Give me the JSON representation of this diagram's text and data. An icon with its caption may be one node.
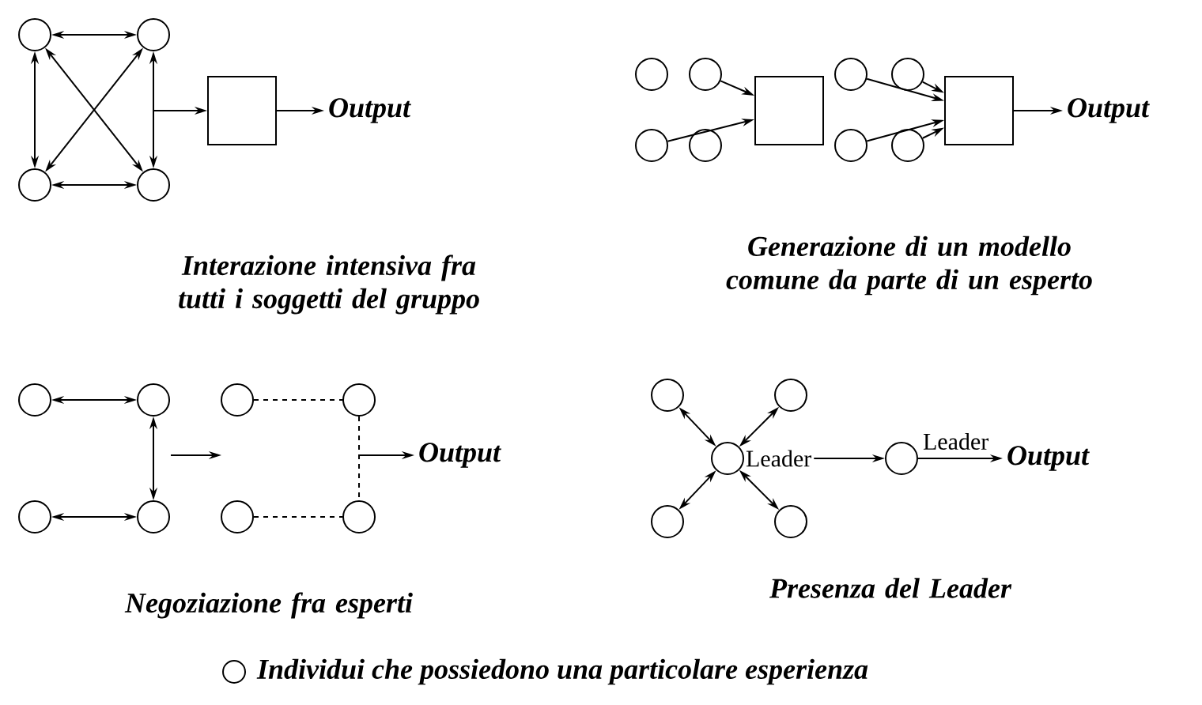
{
  "diagram": {
    "nodes": [
      {
        "text": [],
        "shape": "circle"
      },
      {
        "text": [],
        "shape": "circle"
      },
      {
        "text": [],
        "shape": "circle"
      },
      {
        "text": [],
        "shape": "circle"
      },
      {
        "text": [],
        "shape": "box"
      },
      {
        "text": [
          "Output"
        ]
      },
      {
        "text": [],
        "shape": "circle"
      },
      {
        "text": [],
        "shape": "circle"
      },
      {
        "text": [],
        "shape": "circle"
      },
      {
        "text": [],
        "shape": "circle"
      },
      {
        "text": [],
        "shape": "box"
      },
      {
        "text": [],
        "shape": "circle"
      },
      {
        "text": [],
        "shape": "circle"
      },
      {
        "text": [],
        "shape": "circle"
      },
      {
        "text": [],
        "shape": "circle"
      },
      {
        "text": [],
        "shape": "box"
      },
      {
        "text": [
          "Output"
        ]
      },
      {
        "text": [],
        "shape": "circle"
      },
      {
        "text": [],
        "shape": "circle"
      },
      {
        "text": [],
        "shape": "circle"
      },
      {
        "text": [],
        "shape": "circle"
      },
      {
        "text": [],
        "shape": "circle"
      },
      {
        "text": [],
        "shape": "circle"
      },
      {
        "text": [],
        "shape": "circle"
      },
      {
        "text": [],
        "shape": "circle"
      },
      {
        "text": [
          "Output"
        ]
      },
      {
        "text": [],
        "shape": "circle"
      },
      {
        "text": [],
        "shape": "circle"
      },
      {
        "text": [],
        "shape": "circle",
        "beside": [
          "Leader"
        ]
      },
      {
        "text": [],
        "shape": "circle"
      },
      {
        "text": [],
        "shape": "circle"
      },
      {
        "text": [],
        "shape": "circle",
        "beside": [
          "Leader"
        ]
      },
      {
        "text": [
          "Output"
        ]
      }
    ],
    "edges": [
      {
        "from": 0,
        "to": 1,
        "arrow": "both"
      },
      {
        "from": 0,
        "to": 2,
        "arrow": "both"
      },
      {
        "from": 0,
        "to": 3,
        "arrow": "both"
      },
      {
        "from": 1,
        "to": 2,
        "arrow": "both"
      },
      {
        "from": 1,
        "to": 3,
        "arrow": "both"
      },
      {
        "from": 2,
        "to": 3,
        "arrow": "both"
      },
      {
        "from": null,
        "to": 4,
        "arrow": "to"
      },
      {
        "from": 4,
        "to": 5,
        "arrow": "to"
      },
      {
        "from": 7,
        "to": 10,
        "arrow": "to"
      },
      {
        "from": 8,
        "to": 10,
        "arrow": "to"
      },
      {
        "from": 11,
        "to": 15,
        "arrow": "to"
      },
      {
        "from": 12,
        "to": 15,
        "arrow": "to"
      },
      {
        "from": 13,
        "to": 15,
        "arrow": "to"
      },
      {
        "from": 14,
        "to": 15,
        "arrow": "to"
      },
      {
        "from": 15,
        "to": 16,
        "arrow": "to"
      },
      {
        "from": 17,
        "to": 18,
        "arrow": "both"
      },
      {
        "from": 19,
        "to": 20,
        "arrow": "both"
      },
      {
        "from": 18,
        "to": 20,
        "arrow": "both"
      },
      {
        "from": 21,
        "to": 22,
        "arrow": "none",
        "style": "dashed"
      },
      {
        "from": 23,
        "to": 24,
        "arrow": "none",
        "style": "dashed"
      },
      {
        "from": 22,
        "to": 24,
        "arrow": "none",
        "style": "dashed"
      },
      {
        "from": null,
        "to": 25,
        "arrow": "to"
      },
      {
        "from": 26,
        "to": 28,
        "arrow": "both"
      },
      {
        "from": 27,
        "to": 28,
        "arrow": "both"
      },
      {
        "from": 29,
        "to": 28,
        "arrow": "both"
      },
      {
        "from": 30,
        "to": 28,
        "arrow": "both"
      },
      {
        "from": 28,
        "to": 31,
        "arrow": "to"
      },
      {
        "from": 31,
        "to": 32,
        "arrow": "to"
      }
    ],
    "labels": [
      "Interazione intensiva fra tutti i soggetti del gruppo",
      "Generazione di un modello comune da parte di un esperto",
      "Negoziazione fra esperti",
      "Presenza del Leader"
    ],
    "legend": [
      {
        "text": "Individui che possiedono una particolare esperienza"
      }
    ]
  }
}
